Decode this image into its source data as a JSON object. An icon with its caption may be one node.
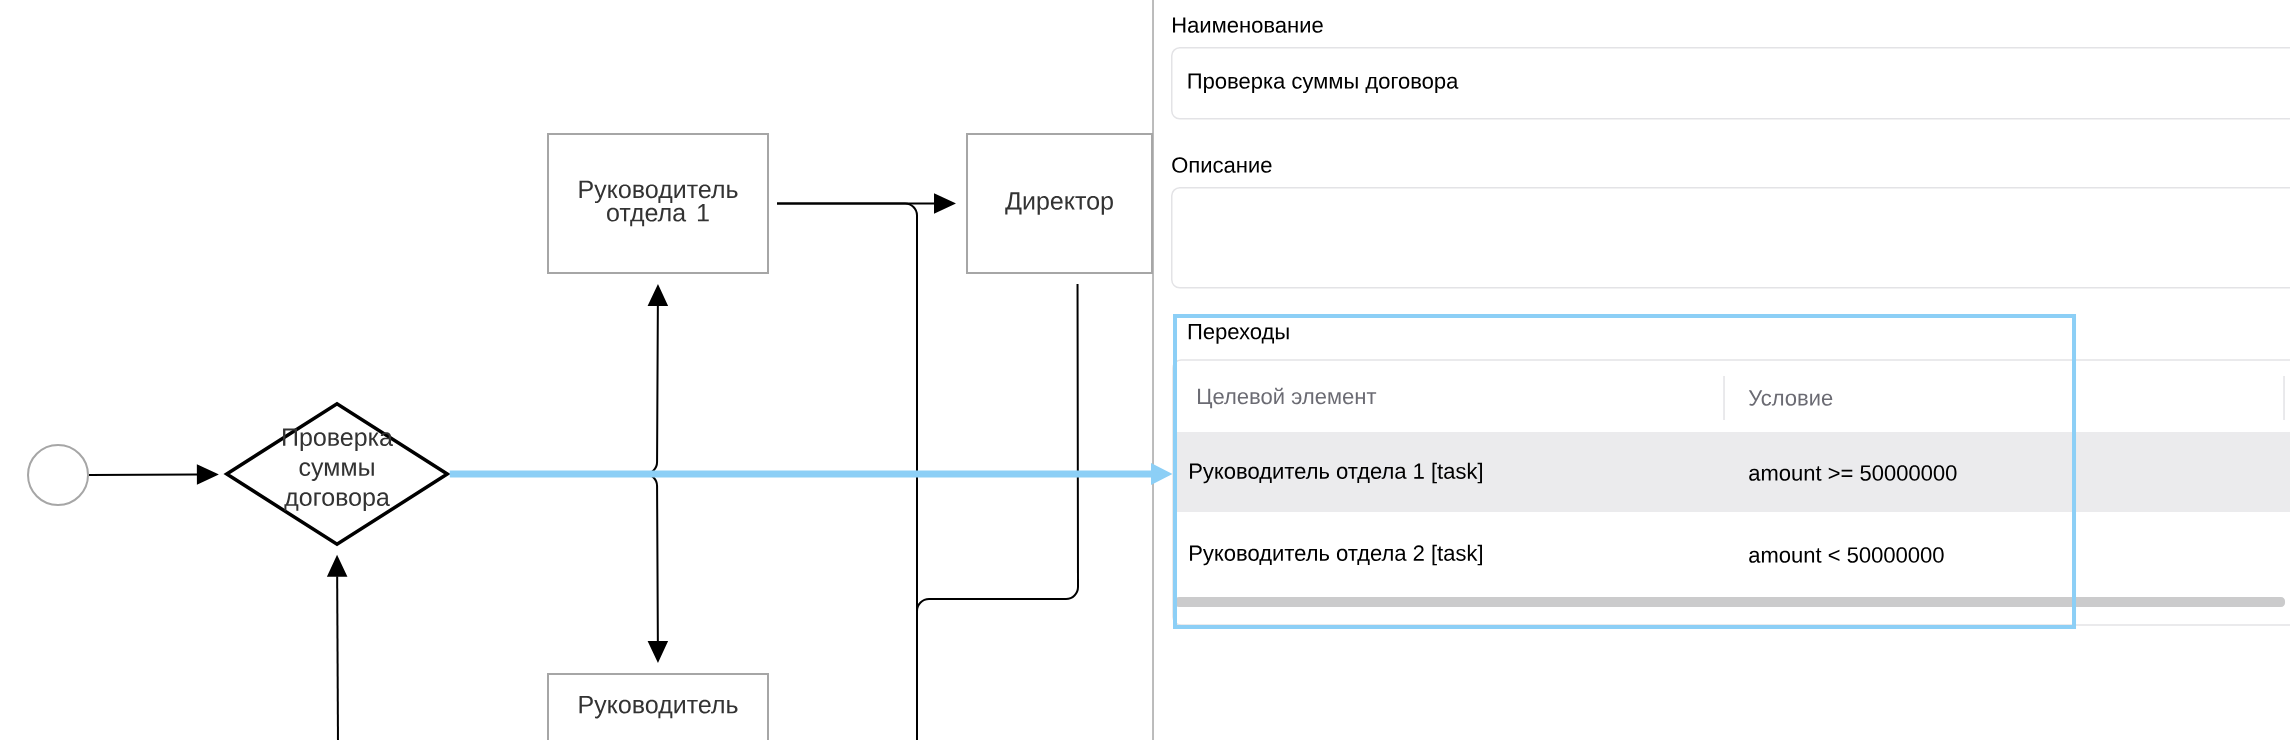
{
  "diagram": {
    "nodes": [
      {
        "text": [],
        "shape": "circle"
      },
      {
        "text": [
          "Проверка суммы договора"
        ]
      },
      {
        "text": [
          "Руководитель отдела 1"
        ]
      },
      {
        "text": [
          "Директор"
        ]
      },
      {
        "text": [
          "Руководитель"
        ]
      },
      {
        "text": [
          "Проверка суммы договора"
        ],
        "beside": [
          "Наименование"
        ]
      },
      {
        "text": [],
        "shape": "box",
        "beside": [
          "Описание"
        ]
      },
      {
        "text": [
          "Переходы"
        ]
      }
    ],
    "edges": [
      {
        "from": 0,
        "to": 1,
        "arrow": "to"
      },
      {
        "from": 1,
        "to": 2,
        "arrow": "to"
      },
      {
        "from": 1,
        "to": 4,
        "arrow": "to"
      },
      {
        "from": 2,
        "to": 3,
        "arrow": "to"
      },
      {
        "from": 2,
        "to": null,
        "arrow": "none"
      },
      {
        "from": 3,
        "to": null,
        "arrow": "none"
      },
      {
        "from": null,
        "to": 1,
        "arrow": "to"
      },
      {
        "from": 1,
        "to": 7,
        "arrow": "to",
        "style": "thick",
        "color": "#8ccff6"
      }
    ],
    "labels": [
      "Целевой элемент",
      "Условие",
      "Руководитель отдела 1 [task]",
      "amount >= 50000000",
      "Руководитель отдела 2 [task]",
      "amount < 50000000"
    ]
  }
}
